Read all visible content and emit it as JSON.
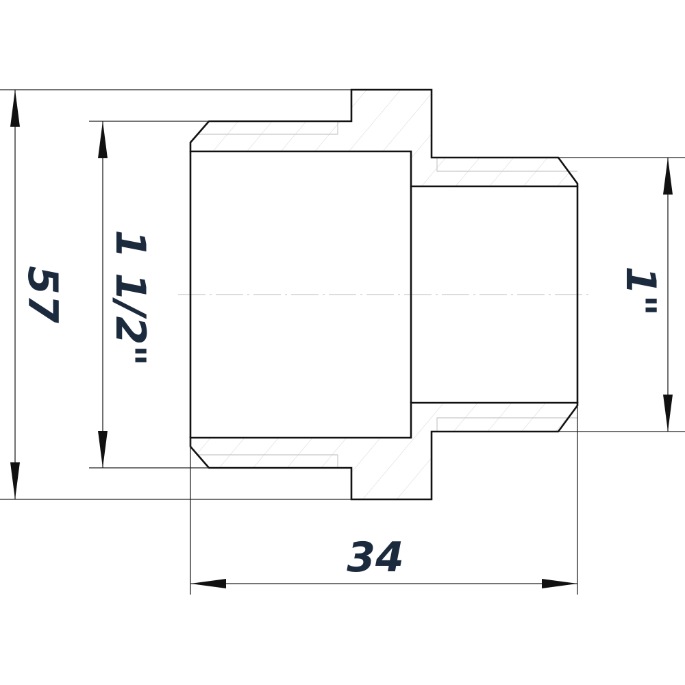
{
  "dimensions": {
    "overall_diameter": "57",
    "female_thread": "1 1/2\"",
    "male_thread": "1\"",
    "length": "34"
  },
  "colors": {
    "text": "#1c2a3e",
    "outline": "#111111",
    "hatch": "#d4d4d4"
  }
}
